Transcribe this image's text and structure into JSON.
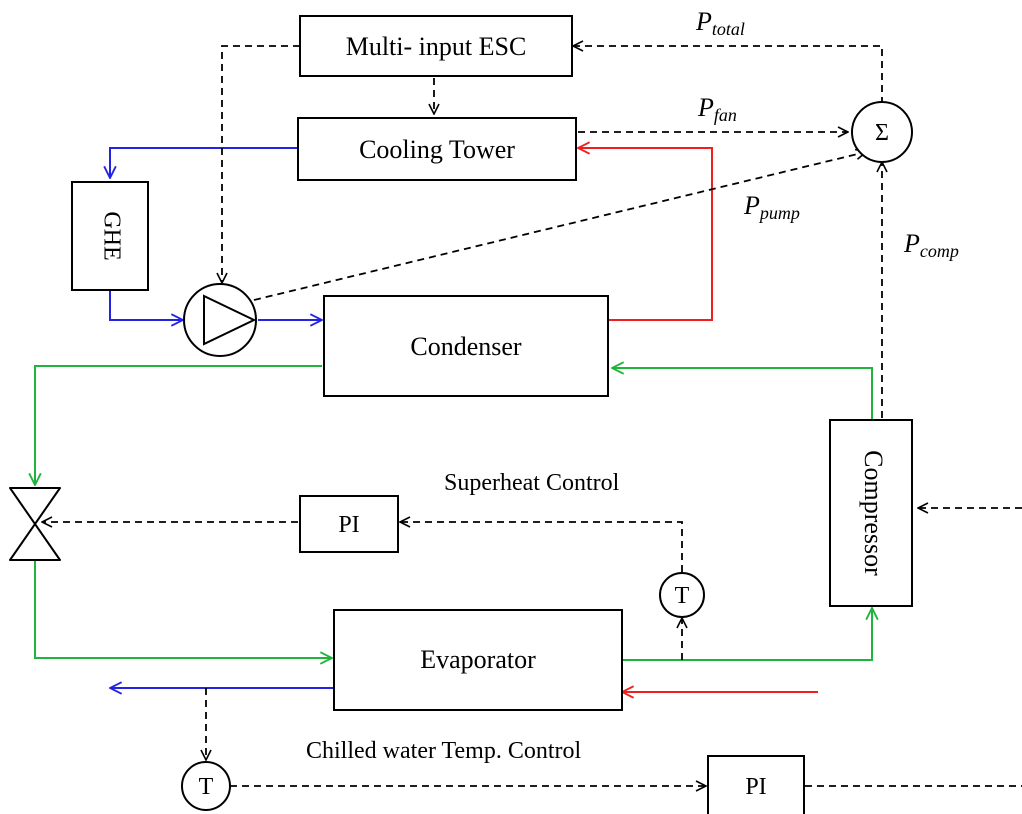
{
  "blocks": {
    "esc": "Multi- input ESC",
    "cooling_tower": "Cooling Tower",
    "ghe": "GHE",
    "condenser": "Condenser",
    "compressor": "Compressor",
    "evaporator": "Evaporator",
    "pi_superheat": "PI",
    "pi_chilled": "PI",
    "sum": "Σ",
    "t_sensor_superheat": "T",
    "t_sensor_chilled": "T"
  },
  "labels": {
    "p_total": {
      "base": "P",
      "sub": "total"
    },
    "p_fan": {
      "base": "P",
      "sub": "fan"
    },
    "p_pump": {
      "base": "P",
      "sub": "pump"
    },
    "p_comp": {
      "base": "P",
      "sub": "comp"
    },
    "superheat_control": "Superheat Control",
    "chilled_water_control": "Chilled water Temp. Control"
  },
  "colors": {
    "water_cold": "#2323e6",
    "water_hot": "#f01e1e",
    "refrigerant": "#1fb43c",
    "signal": "#000000"
  }
}
